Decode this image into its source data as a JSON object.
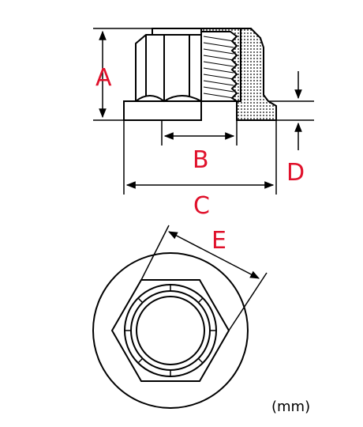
{
  "labels": {
    "a": "A",
    "b": "B",
    "c": "C",
    "d": "D",
    "e": "E",
    "unit": "(mm)"
  },
  "colors": {
    "label": "#e0112b",
    "stroke": "#000000"
  }
}
